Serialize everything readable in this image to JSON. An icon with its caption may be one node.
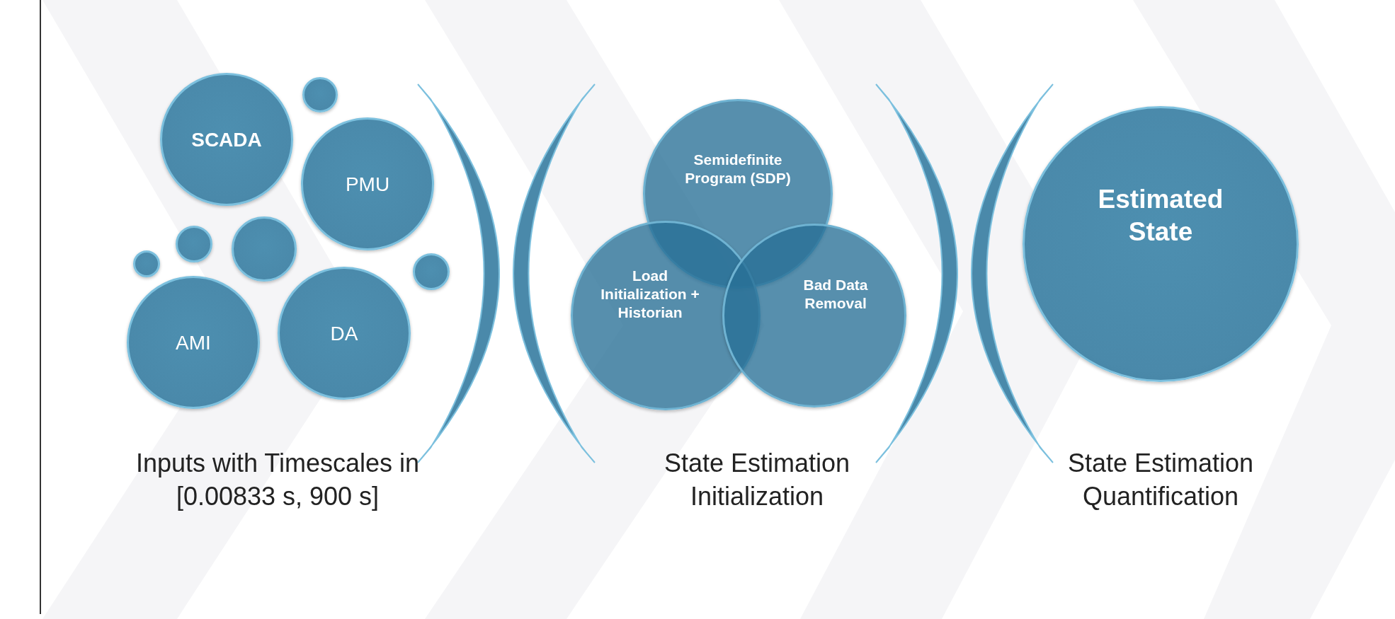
{
  "diagram": {
    "nodes": [
      {
        "text": [
          "SCADA"
        ]
      },
      {
        "text": [],
        "shape": "circle"
      },
      {
        "text": [
          "PMU"
        ]
      },
      {
        "text": [],
        "shape": "circle"
      },
      {
        "text": [],
        "shape": "circle"
      },
      {
        "text": [],
        "shape": "circle"
      },
      {
        "text": [],
        "shape": "circle"
      },
      {
        "text": [
          "AMI"
        ]
      },
      {
        "text": [
          "DA"
        ]
      },
      {
        "text": [],
        "shape": "arc"
      },
      {
        "text": [],
        "shape": "arc"
      },
      {
        "text": [
          "Semidefinite Program (SDP)"
        ]
      },
      {
        "text": [
          "Load Initialization + Historian"
        ]
      },
      {
        "text": [
          "Bad Data Removal"
        ]
      },
      {
        "text": [],
        "shape": "arc"
      },
      {
        "text": [],
        "shape": "arc"
      },
      {
        "text": [
          "Estimated State"
        ]
      }
    ],
    "labels": [
      "Inputs with Timescales in [0.00833 s, 900 s]",
      "State Estimation Initialization",
      "State Estimation Quantification"
    ]
  }
}
